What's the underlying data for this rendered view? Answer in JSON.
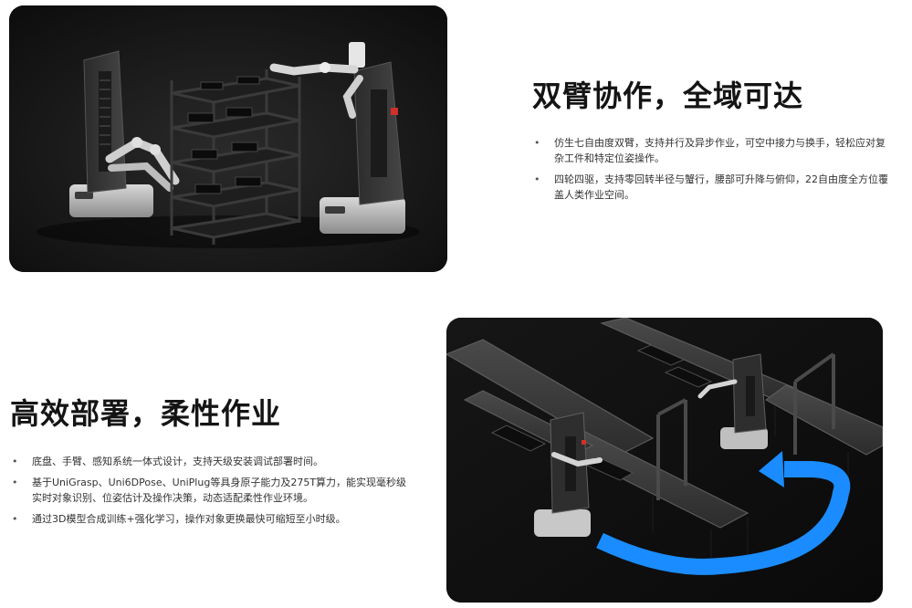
{
  "section_dual_arm": {
    "title": "双臂协作，全域可达",
    "bullets": [
      "仿生七自由度双臂，支持并行及异步作业，可空中接力与换手，轻松应对复杂工件和特定位姿操作。",
      "四轮四驱，支持零回转半径与蟹行，腰部可升降与俯仰，22自由度全方位覆盖人类作业空间。"
    ]
  },
  "section_deploy": {
    "title": "高效部署，柔性作业",
    "bullets": [
      "底盘、手臂、感知系统一体式设计，支持天级安装调试部署时间。",
      "基于UniGrasp、Uni6DPose、UniPlug等具身原子能力及275T算力，能实现毫秒级实时对象识别、位姿估计及操作决策，动态适配柔性作业环境。",
      "通过3D模型合成训练+强化学习，操作对象更换最快可缩短至小时级。"
    ]
  },
  "colors": {
    "panel_background": "#101010",
    "flow_arrow": "#1a8cff"
  }
}
